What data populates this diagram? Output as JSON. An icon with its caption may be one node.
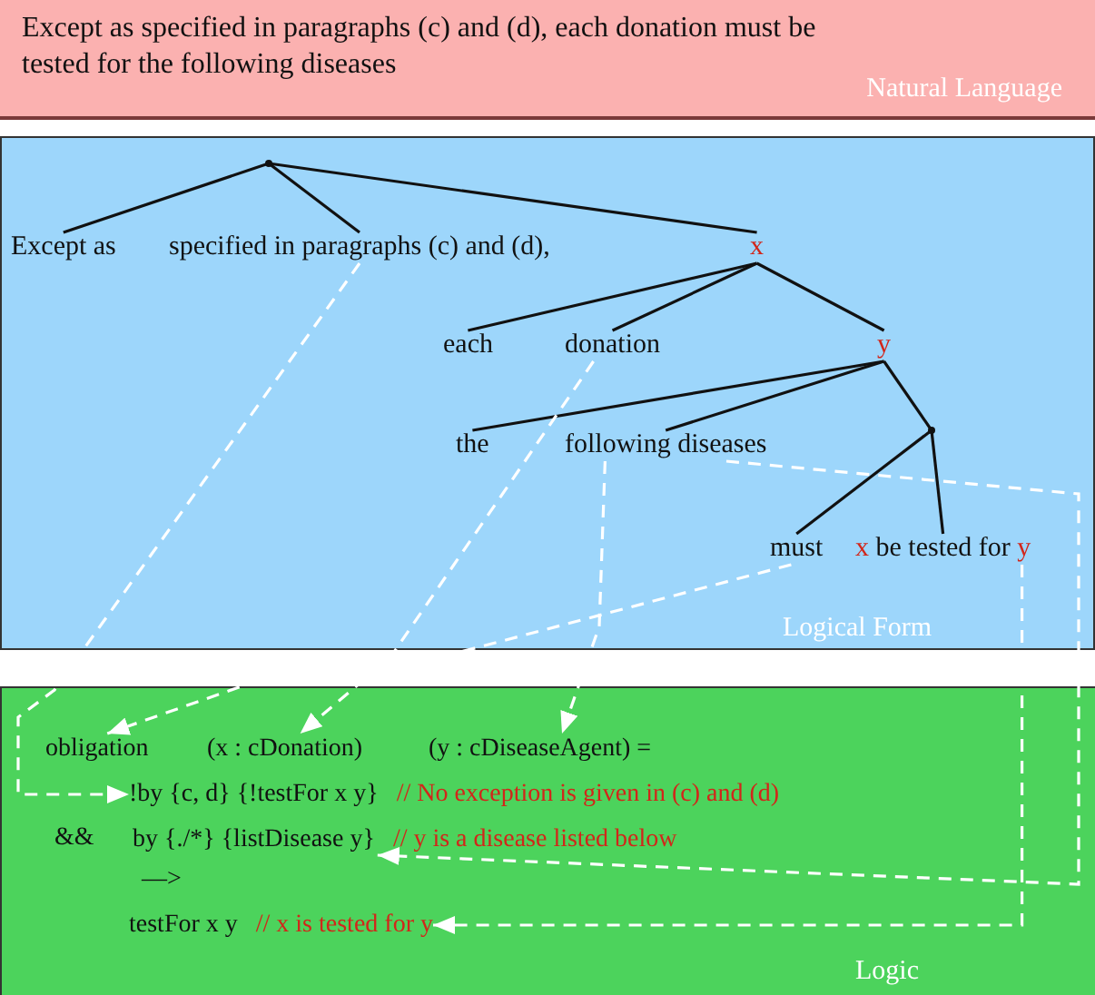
{
  "diagram": {
    "nodes": [
      {
        "text": [
          "Except as specified in paragraphs (c) and (d), each donation must be tested for the following diseases",
          "Natural Language"
        ]
      },
      {
        "text": [
          "Logical Form"
        ]
      },
      {
        "text": [],
        "shape": "point",
        "in": 1
      },
      {
        "text": [
          "Except as"
        ],
        "in": 1
      },
      {
        "text": [
          "specified in paragraphs (c) and (d),"
        ],
        "in": 1
      },
      {
        "text": [
          "x"
        ],
        "in": 1
      },
      {
        "text": [
          "each"
        ],
        "in": 1
      },
      {
        "text": [
          "donation"
        ],
        "in": 1
      },
      {
        "text": [
          "y"
        ],
        "in": 1
      },
      {
        "text": [
          "the"
        ],
        "in": 1
      },
      {
        "text": [
          "following diseases"
        ],
        "in": 1
      },
      {
        "text": [],
        "shape": "point",
        "in": 1
      },
      {
        "text": [
          "must"
        ],
        "in": 1
      },
      {
        "text": [
          "x be tested for y"
        ],
        "in": 1
      },
      {
        "text": [
          "Logic"
        ]
      },
      {
        "text": [
          "obligation"
        ],
        "in": 14
      },
      {
        "text": [
          "(x : cDonation)"
        ],
        "in": 14
      },
      {
        "text": [
          "(y : cDiseaseAgent) ="
        ],
        "in": 14
      },
      {
        "text": [
          "!by {c, d} {!testFor x y}"
        ],
        "beside": [
          "// No exception is given in (c) and (d)"
        ],
        "in": 14
      },
      {
        "text": [
          "by {./*} {listDisease y}"
        ],
        "beside": [
          "// y is a disease listed below"
        ],
        "in": 14
      },
      {
        "text": [
          "testFor x y"
        ],
        "beside": [
          "// x is tested for y"
        ],
        "in": 14
      }
    ],
    "edges": [
      {
        "from": 2,
        "to": 3,
        "arrow": "none"
      },
      {
        "from": 2,
        "to": 4,
        "arrow": "none"
      },
      {
        "from": 2,
        "to": 5,
        "arrow": "none"
      },
      {
        "from": 5,
        "to": 6,
        "arrow": "none"
      },
      {
        "from": 5,
        "to": 7,
        "arrow": "none"
      },
      {
        "from": 5,
        "to": 8,
        "arrow": "none"
      },
      {
        "from": 8,
        "to": 9,
        "arrow": "none"
      },
      {
        "from": 8,
        "to": 10,
        "arrow": "none"
      },
      {
        "from": 8,
        "to": 11,
        "arrow": "none"
      },
      {
        "from": 11,
        "to": 12,
        "arrow": "none"
      },
      {
        "from": 11,
        "to": 13,
        "arrow": "none"
      },
      {
        "from": 4,
        "to": 18,
        "arrow": "to",
        "style": "dashed",
        "color": "#ffffff"
      },
      {
        "from": 7,
        "to": 16,
        "arrow": "to",
        "style": "dashed",
        "color": "#ffffff"
      },
      {
        "from": 12,
        "to": 15,
        "arrow": "to",
        "style": "dashed",
        "color": "#ffffff"
      },
      {
        "from": 10,
        "to": 17,
        "arrow": "to",
        "style": "dashed",
        "color": "#ffffff"
      },
      {
        "from": 10,
        "to": 19,
        "arrow": "to",
        "style": "dashed",
        "color": "#ffffff"
      },
      {
        "from": 13,
        "to": 20,
        "arrow": "to",
        "style": "dashed",
        "color": "#ffffff"
      }
    ],
    "labels": [
      "&&",
      "—>"
    ]
  }
}
